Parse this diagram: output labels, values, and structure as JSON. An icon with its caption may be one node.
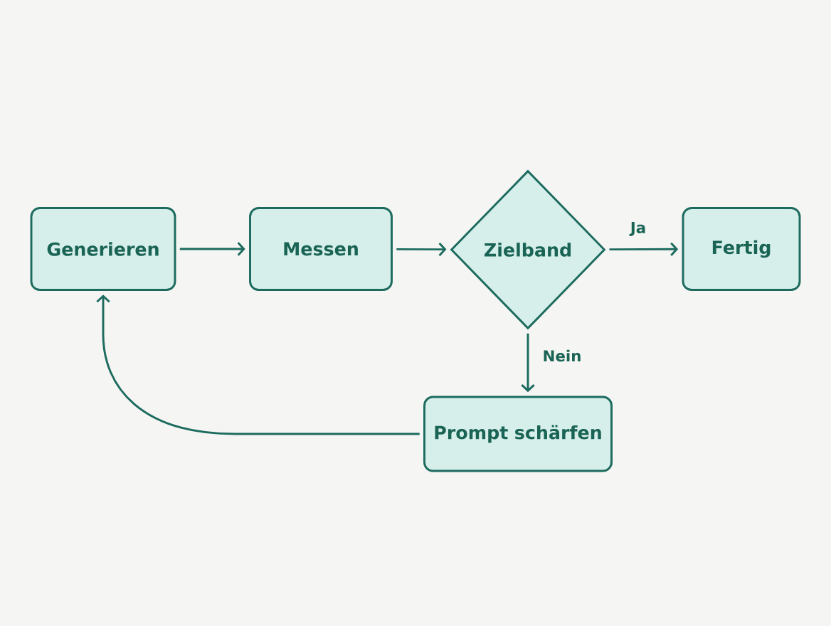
{
  "diagram": {
    "nodes": [
      {
        "text": [
          "Generieren"
        ]
      },
      {
        "text": [
          "Messen"
        ]
      },
      {
        "text": [
          "Zielband"
        ]
      },
      {
        "text": [
          "Fertig"
        ]
      },
      {
        "text": [
          "Prompt schärfen"
        ]
      }
    ],
    "edges": [
      {
        "from": 0,
        "to": 1,
        "arrow": "to"
      },
      {
        "from": 1,
        "to": 2,
        "arrow": "to"
      },
      {
        "from": 2,
        "to": 3,
        "arrow": "to",
        "label": "Ja"
      },
      {
        "from": 2,
        "to": 4,
        "arrow": "to",
        "label": "Nein"
      },
      {
        "from": 4,
        "to": 0,
        "arrow": "to"
      }
    ]
  }
}
